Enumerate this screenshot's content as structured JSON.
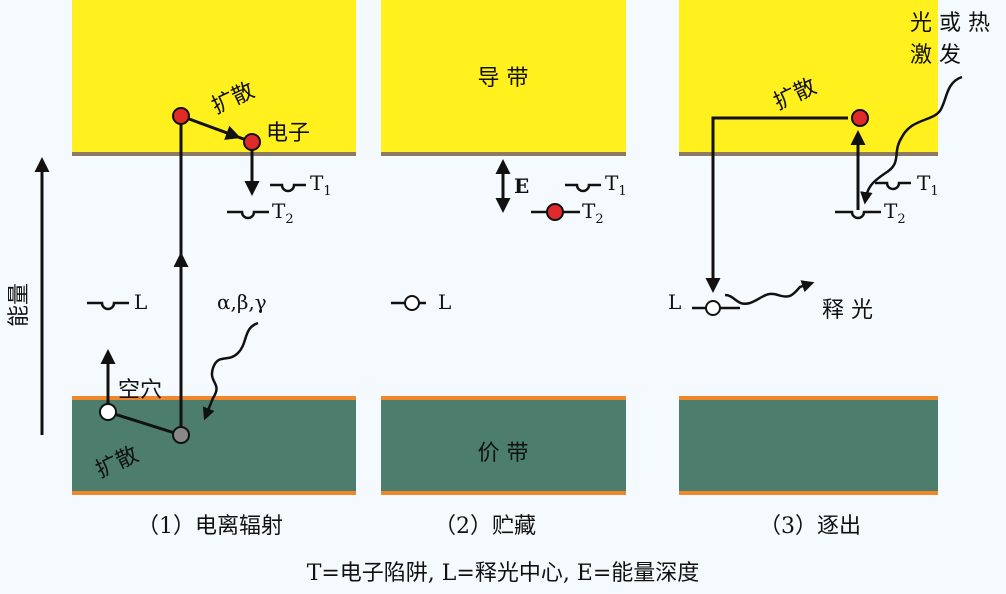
{
  "colors": {
    "conduction_band": "#fff01e",
    "valence_band": "#4d7d6c",
    "band_edge_top": "#8a7a66",
    "band_edge_bottom": "#f0872a",
    "electron": "#e02a2a",
    "hole": "#ffffff",
    "ionized": "#888888",
    "background": "#f4fafd"
  },
  "axis_label": "能量",
  "panel1": {
    "caption": "（1）电离辐射",
    "diffuse_top": "扩散",
    "electron": "电子",
    "t1": "T",
    "t1_sub": "1",
    "t2": "T",
    "t2_sub": "2",
    "l": "L",
    "radiation": "α,β,γ",
    "hole": "空穴",
    "diffuse_bottom": "扩散"
  },
  "panel2": {
    "caption": "（2）贮藏",
    "conduction": "导 带",
    "valence": "价 带",
    "e": "E",
    "t1": "T",
    "t1_sub": "1",
    "t2": "T",
    "t2_sub": "2",
    "l": "L"
  },
  "panel3": {
    "caption": "（3）逐出",
    "excite_1": "光 或 热",
    "excite_2": "激 发",
    "diffuse": "扩散",
    "t1": "T",
    "t1_sub": "1",
    "t2": "T",
    "t2_sub": "2",
    "l": "L",
    "emit": "释 光"
  },
  "legend": "T=电子陷阱, L=释光中心, E=能量深度"
}
